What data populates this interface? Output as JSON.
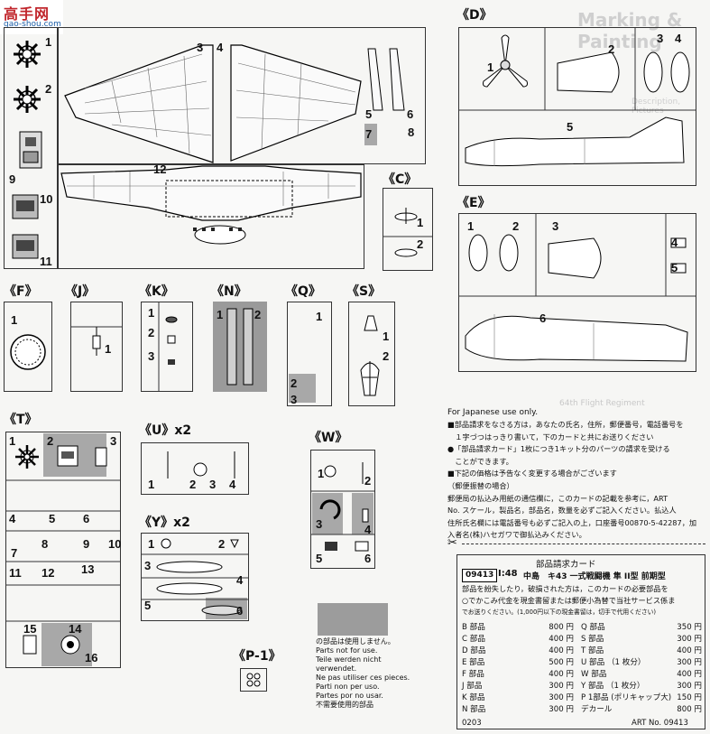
{
  "watermark": {
    "line1": "高手网",
    "line2": "gao-shou.com"
  },
  "sections": {
    "B": {
      "label": "",
      "parts": [
        "1",
        "2",
        "9",
        "10",
        "11"
      ]
    },
    "main": {
      "parts": [
        "3",
        "4",
        "5",
        "6",
        "7",
        "8",
        "12"
      ]
    },
    "C": {
      "label": "《C》",
      "parts": [
        "1",
        "2"
      ]
    },
    "D": {
      "label": "《D》",
      "parts": [
        "1",
        "2",
        "3",
        "4",
        "5"
      ]
    },
    "E": {
      "label": "《E》",
      "parts": [
        "1",
        "2",
        "3",
        "4",
        "5",
        "6"
      ]
    },
    "F": {
      "label": "《F》",
      "parts": [
        "1"
      ]
    },
    "J": {
      "label": "《J》",
      "parts": [
        "1"
      ]
    },
    "K": {
      "label": "《K》",
      "parts": [
        "1",
        "2",
        "3"
      ]
    },
    "N": {
      "label": "《N》",
      "parts": [
        "1",
        "2"
      ]
    },
    "Q": {
      "label": "《Q》",
      "parts": [
        "1",
        "2",
        "3"
      ]
    },
    "S": {
      "label": "《S》",
      "parts": [
        "1",
        "2"
      ]
    },
    "T": {
      "label": "《T》",
      "parts": [
        "1",
        "2",
        "3",
        "4",
        "5",
        "6",
        "7",
        "8",
        "9",
        "10",
        "11",
        "12",
        "13",
        "14",
        "15",
        "16"
      ]
    },
    "U": {
      "label": "《U》x2",
      "parts": [
        "1",
        "2",
        "3",
        "4"
      ]
    },
    "Y": {
      "label": "《Y》x2",
      "parts": [
        "1",
        "2",
        "3",
        "4",
        "5",
        "6"
      ]
    },
    "W": {
      "label": "《W》",
      "parts": [
        "1",
        "2",
        "3",
        "4",
        "5",
        "6"
      ]
    },
    "P": {
      "label": "《P-1》"
    }
  },
  "notice_not_used": [
    "の部品は使用しません。",
    "Parts not for use.",
    "Teile werden nicht verwendet.",
    "Ne pas utiliser ces pieces.",
    "Parti non per uso.",
    "Partes por no usar.",
    "不需要使用的部品"
  ],
  "japanese_use_only": "For Japanese use only.",
  "jp_text": [
    "■部品請求をなさる方は，あなたの氏名，住所，郵便番号，電話番号を",
    "　１字づつはっきり書いて，下のカードと共にお送りください",
    "●「部品請求カード」1枚につき1キット分のパーツの請求を受ける",
    "　ことができます。",
    "■下記の価格は予告なく変更する場合がございます",
    "（郵便振替の場合）",
    "郵便局の払込み用紙の通信欄に，このカードの記載を参考に，ART",
    "No. スケール，製品名，部品名，数量を必ずご記入ください。払込人",
    "住所氏名欄には電話番号も必ずご記入の上，口座番号00870-5-42287，加",
    "入者名(株)ハセガワで御払込みください。"
  ],
  "card": {
    "title": "部品請求カード",
    "art_no_box": "09413",
    "scale": "I:48",
    "product": "中島　キ43 一式戦闘機 隼 II型 前期型",
    "desc": [
      "部品を紛失したり，破損された方は，このカードの必要部品を",
      "○でかこみ代金を現金書留または郵便小為替で当社サービス係ま",
      "でお送りください。(1,000円以下の現金書留は，切手で代用ください)"
    ],
    "prices_left": [
      {
        "name": "B 部品",
        "price": "800 円"
      },
      {
        "name": "C 部品",
        "price": "400 円"
      },
      {
        "name": "D 部品",
        "price": "400 円"
      },
      {
        "name": "E 部品",
        "price": "500 円"
      },
      {
        "name": "F 部品",
        "price": "400 円"
      },
      {
        "name": "J 部品",
        "price": "300 円"
      },
      {
        "name": "K 部品",
        "price": "300 円"
      },
      {
        "name": "N 部品",
        "price": "300 円"
      }
    ],
    "prices_right": [
      {
        "name": "Q 部品",
        "price": "350 円"
      },
      {
        "name": "S 部品",
        "price": "300 円"
      },
      {
        "name": "T 部品",
        "price": "400 円"
      },
      {
        "name": "U 部品 （1 枚分）",
        "price": "300 円"
      },
      {
        "name": "W 部品",
        "price": "400 円"
      },
      {
        "name": "Y 部品 （1 枚分）",
        "price": "300 円"
      },
      {
        "name": "P 1部品 (ポリキャップ大)",
        "price": "150 円"
      },
      {
        "name": "デカール",
        "price": "800 円"
      }
    ],
    "code": "0203",
    "art_no": "ART No. 09413"
  },
  "bg_text": {
    "title": "Marking & Painting",
    "sub1": "Description, Pictures",
    "sub2": "64th Flight Regiment"
  }
}
